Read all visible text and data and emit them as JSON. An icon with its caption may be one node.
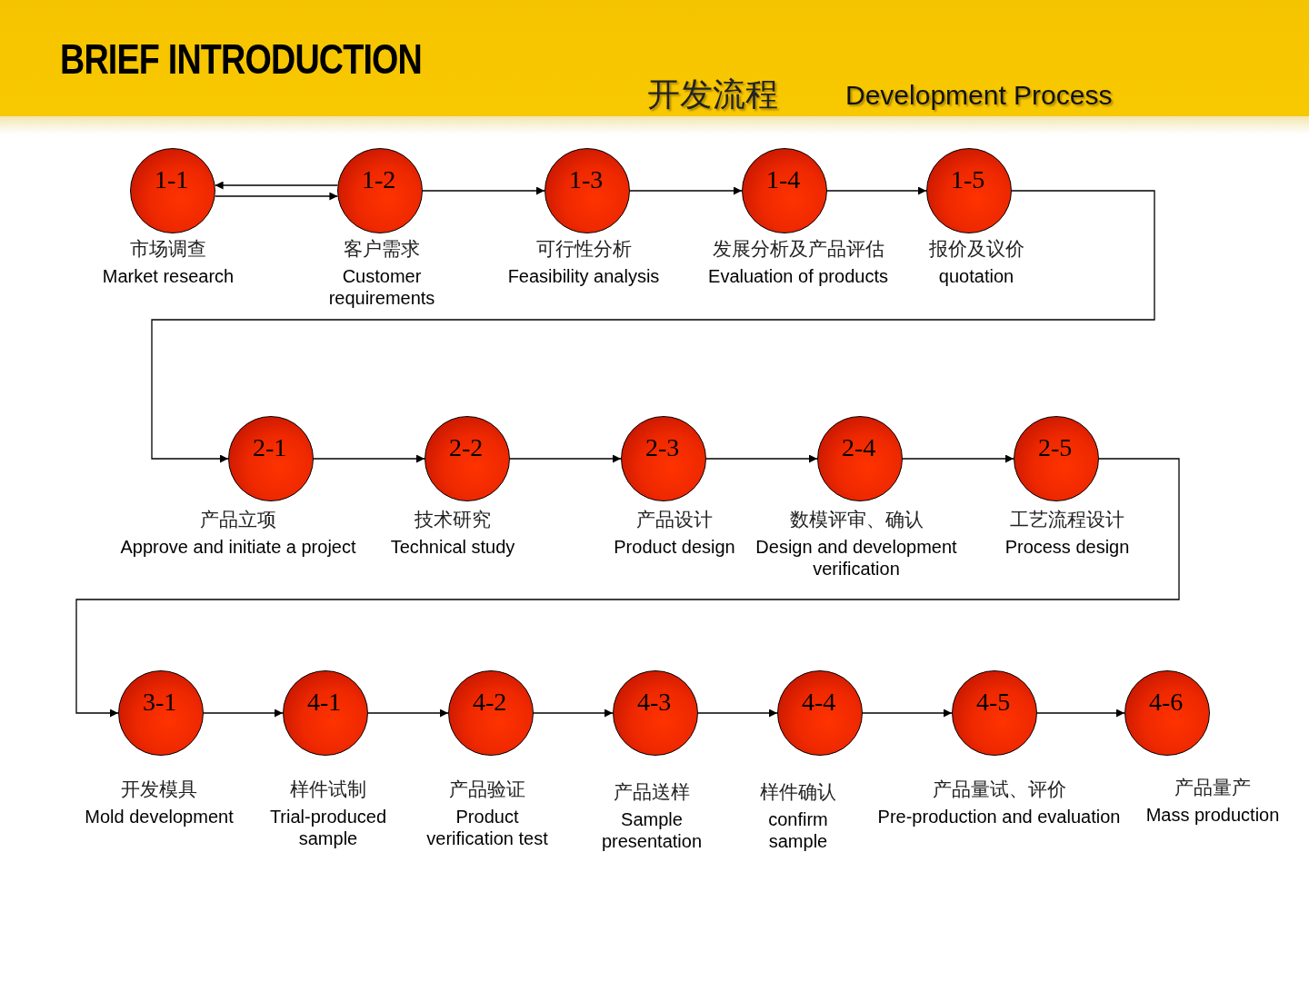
{
  "diagram": {
    "title": "BRIEF INTRODUCTION",
    "nodes": [
      {
        "text": [
          "1-1"
        ],
        "beside": [
          "市场调查",
          "Market research"
        ]
      },
      {
        "text": [
          "1-2"
        ],
        "beside": [
          "客户需求",
          "Customer requirements"
        ]
      },
      {
        "text": [
          "1-3"
        ],
        "beside": [
          "可行性分析",
          "Feasibility analysis"
        ]
      },
      {
        "text": [
          "1-4"
        ],
        "beside": [
          "发展分析及产品评估",
          "Evaluation of products"
        ]
      },
      {
        "text": [
          "1-5"
        ],
        "beside": [
          "报价及议价",
          "quotation"
        ]
      },
      {
        "text": [
          "2-1"
        ],
        "beside": [
          "产品立项",
          "Approve and initiate a project"
        ]
      },
      {
        "text": [
          "2-2"
        ],
        "beside": [
          "技术研究",
          "Technical study"
        ]
      },
      {
        "text": [
          "2-3"
        ],
        "beside": [
          "产品设计",
          "Product design"
        ]
      },
      {
        "text": [
          "2-4"
        ],
        "beside": [
          "数模评审、确认",
          "Design and development verification"
        ]
      },
      {
        "text": [
          "2-5"
        ],
        "beside": [
          "工艺流程设计",
          "Process design"
        ]
      },
      {
        "text": [
          "3-1"
        ],
        "beside": [
          "开发模具",
          "Mold development"
        ]
      },
      {
        "text": [
          "4-1"
        ],
        "beside": [
          "样件试制",
          "Trial-produced sample"
        ]
      },
      {
        "text": [
          "4-2"
        ],
        "beside": [
          "产品验证",
          "Product verification test"
        ]
      },
      {
        "text": [
          "4-3"
        ],
        "beside": [
          "产品送样",
          "Sample presentation"
        ]
      },
      {
        "text": [
          "4-4"
        ],
        "beside": [
          "样件确认",
          "confirm sample"
        ]
      },
      {
        "text": [
          "4-5"
        ],
        "beside": [
          "产品量试、评价",
          "Pre-production and evaluation"
        ]
      },
      {
        "text": [
          "4-6"
        ],
        "beside": [
          "产品量产",
          "Mass production"
        ]
      }
    ],
    "edges": [
      {
        "from": 1,
        "to": 0,
        "arrow": "to"
      },
      {
        "from": 0,
        "to": 1,
        "arrow": "to"
      },
      {
        "from": 1,
        "to": 2,
        "arrow": "to"
      },
      {
        "from": 2,
        "to": 3,
        "arrow": "to"
      },
      {
        "from": 3,
        "to": 4,
        "arrow": "to"
      },
      {
        "from": 4,
        "to": 5,
        "arrow": "to"
      },
      {
        "from": 5,
        "to": 6,
        "arrow": "to"
      },
      {
        "from": 6,
        "to": 7,
        "arrow": "to"
      },
      {
        "from": 7,
        "to": 8,
        "arrow": "to"
      },
      {
        "from": 8,
        "to": 9,
        "arrow": "to"
      },
      {
        "from": 9,
        "to": 10,
        "arrow": "to"
      },
      {
        "from": 10,
        "to": 11,
        "arrow": "to"
      },
      {
        "from": 11,
        "to": 12,
        "arrow": "to"
      },
      {
        "from": 12,
        "to": 13,
        "arrow": "to"
      },
      {
        "from": 13,
        "to": 14,
        "arrow": "to"
      },
      {
        "from": 14,
        "to": 15,
        "arrow": "to"
      },
      {
        "from": 15,
        "to": 16,
        "arrow": "to"
      }
    ],
    "labels": [
      "开发流程",
      "Development Process"
    ]
  }
}
